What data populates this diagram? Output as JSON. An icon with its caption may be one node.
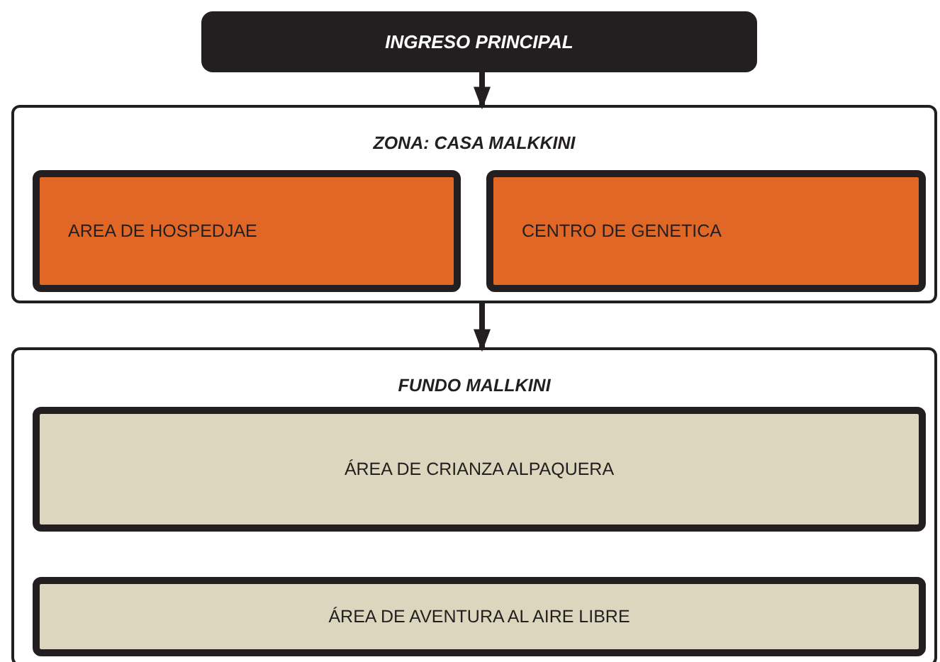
{
  "diagram": {
    "nodes": [
      {
        "text": [
          "INGRESO PRINCIPAL"
        ]
      },
      {
        "text": [
          "ZONA: CASA MALKKINI"
        ]
      },
      {
        "text": [
          "AREA DE HOSPEDJAE"
        ],
        "in": 1
      },
      {
        "text": [
          "CENTRO DE GENETICA"
        ],
        "in": 1
      },
      {
        "text": [
          "FUNDO MALLKINI"
        ]
      },
      {
        "text": [
          "ÁREA DE CRIANZA ALPAQUERA"
        ],
        "in": 4
      },
      {
        "text": [
          "ÁREA DE AVENTURA AL AIRE LIBRE"
        ],
        "in": 4
      }
    ],
    "edges": [
      {
        "from": 0,
        "to": 1,
        "arrow": "to"
      },
      {
        "from": 1,
        "to": 4,
        "arrow": "to"
      }
    ]
  }
}
